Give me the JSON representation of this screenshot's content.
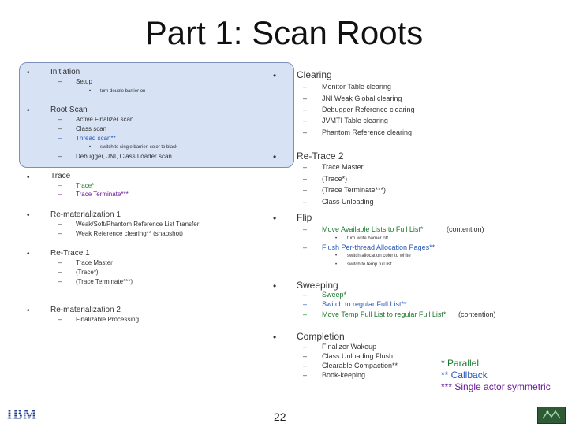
{
  "title": "Part 1: Scan Roots",
  "bullet": "•",
  "dash": "–",
  "left": {
    "initiation": "Initiation",
    "setup": "Setup",
    "turn_double_barrier_on": "turn double barrier on",
    "root_scan": "Root Scan",
    "active_finalizer_scan": "Active Finalizer scan",
    "class_scan": "Class scan",
    "thread_scan": "Thread scan**",
    "switch_single_barrier": "switch to single barrier, color to black",
    "debugger_jni": "Debugger, JNI, Class Loader scan",
    "trace": "Trace",
    "trace_star": "Trace*",
    "trace_terminate": "Trace Terminate***",
    "rematerialization1": "Re-materialization 1",
    "weak_soft": "Weak/Soft/Phantom Reference List Transfer",
    "weak_ref_clearing": "Weak Reference clearing** (snapshot)",
    "retrace1": "Re-Trace 1",
    "trace_master": "Trace Master",
    "trace_paren": "(Trace*)",
    "trace_terminate_paren": "(Trace Terminate***)",
    "rematerialization2": "Re-materialization 2",
    "finalizable_processing": "Finalizable Processing"
  },
  "right": {
    "clearing": "Clearing",
    "monitor_table": "Monitor Table clearing",
    "jni_weak_global": "JNI Weak Global clearing",
    "debugger_ref": "Debugger Reference clearing",
    "jvmti_table": "JVMTI Table clearing",
    "phantom_ref": "Phantom Reference clearing",
    "retrace2": "Re-Trace 2",
    "trace_master": "Trace Master",
    "trace_paren": "(Trace*)",
    "trace_terminate_paren": "(Trace Terminate***)",
    "class_unloading": "Class Unloading",
    "flip": "Flip",
    "move_available": "Move Available Lists to Full List*",
    "contention": "(contention)",
    "turn_write_barrier_off": "turn write barrier off",
    "flush_per_thread": "Flush Per-thread Allocation Pages**",
    "switch_alloc_color": "switch allocation color to white",
    "switch_temp_full": "switch to temp full list",
    "sweeping": "Sweeping",
    "sweep": "Sweep*",
    "switch_regular": "Switch to regular Full List**",
    "move_temp_full": "Move Temp Full List to regular Full List*",
    "contention2": "(contention)",
    "completion": "Completion",
    "finalizer_wakeup": "Finalizer Wakeup",
    "class_unloading_flush": "Class Unloading Flush",
    "clearable_compaction": "Clearable Compaction**",
    "book_keeping": "Book-keeping"
  },
  "legend": {
    "parallel": "* Parallel",
    "callback": "** Callback",
    "single_actor": "*** Single actor symmetric"
  },
  "footer": {
    "logo": "IBM",
    "slide_number": "22"
  },
  "colors": {
    "blue": "#2457b8",
    "green": "#1b7a2e",
    "purple": "#6a1b9a",
    "highlight_fill": "#d7e2f4"
  }
}
